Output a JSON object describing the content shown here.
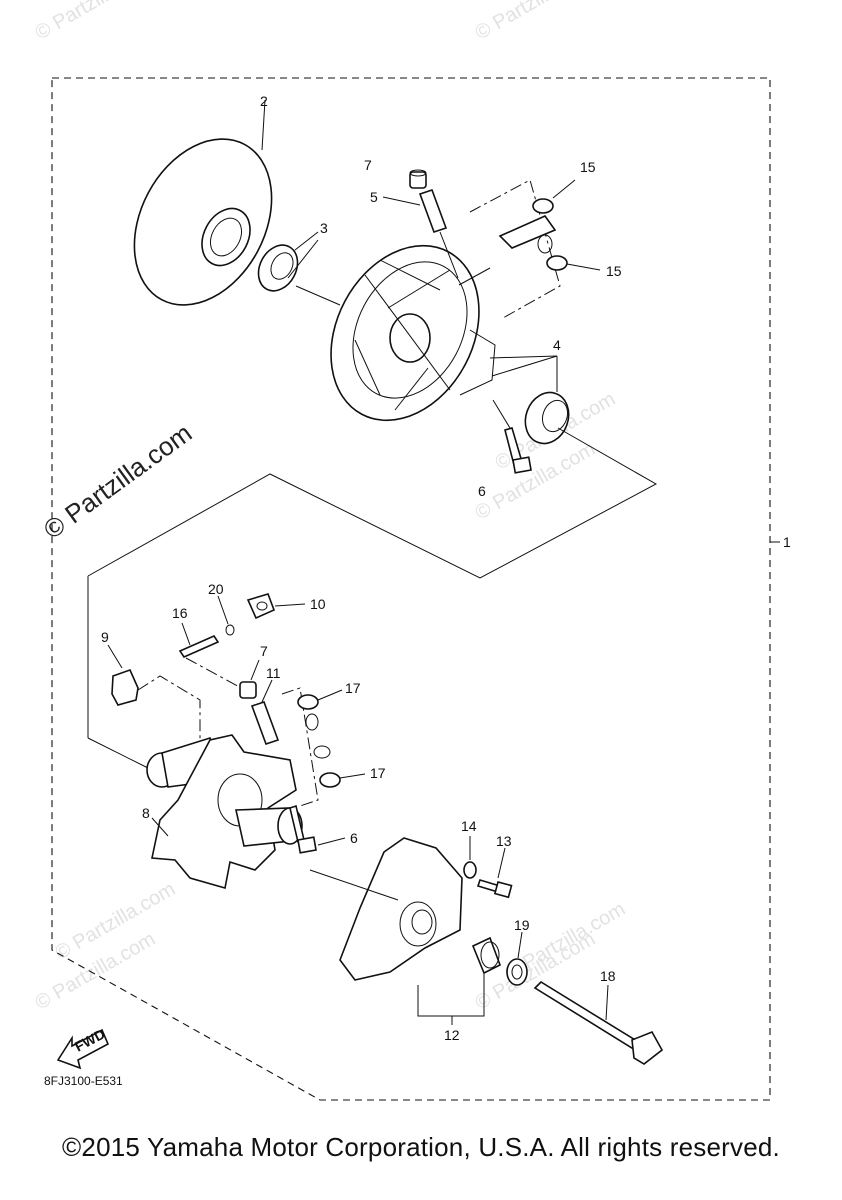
{
  "copyright": "©2015  Yamaha Motor Corporation, U.S.A. All rights reserved.",
  "drawing_code": "8FJ3100-E531",
  "watermark_main": "© Partzilla.com",
  "watermark": "© Partzilla.com",
  "fwd_label": "FWD",
  "callouts": {
    "c1": "1",
    "c2": "2",
    "c3": "3",
    "c4": "4",
    "c5": "5",
    "c6a": "6",
    "c6b": "6",
    "c7a": "7",
    "c7b": "7",
    "c8": "8",
    "c9": "9",
    "c10": "10",
    "c11": "11",
    "c12": "12",
    "c13": "13",
    "c14": "14",
    "c15a": "15",
    "c15b": "15",
    "c16": "16",
    "c17a": "17",
    "c17b": "17",
    "c18": "18",
    "c19": "19",
    "c20": "20"
  }
}
